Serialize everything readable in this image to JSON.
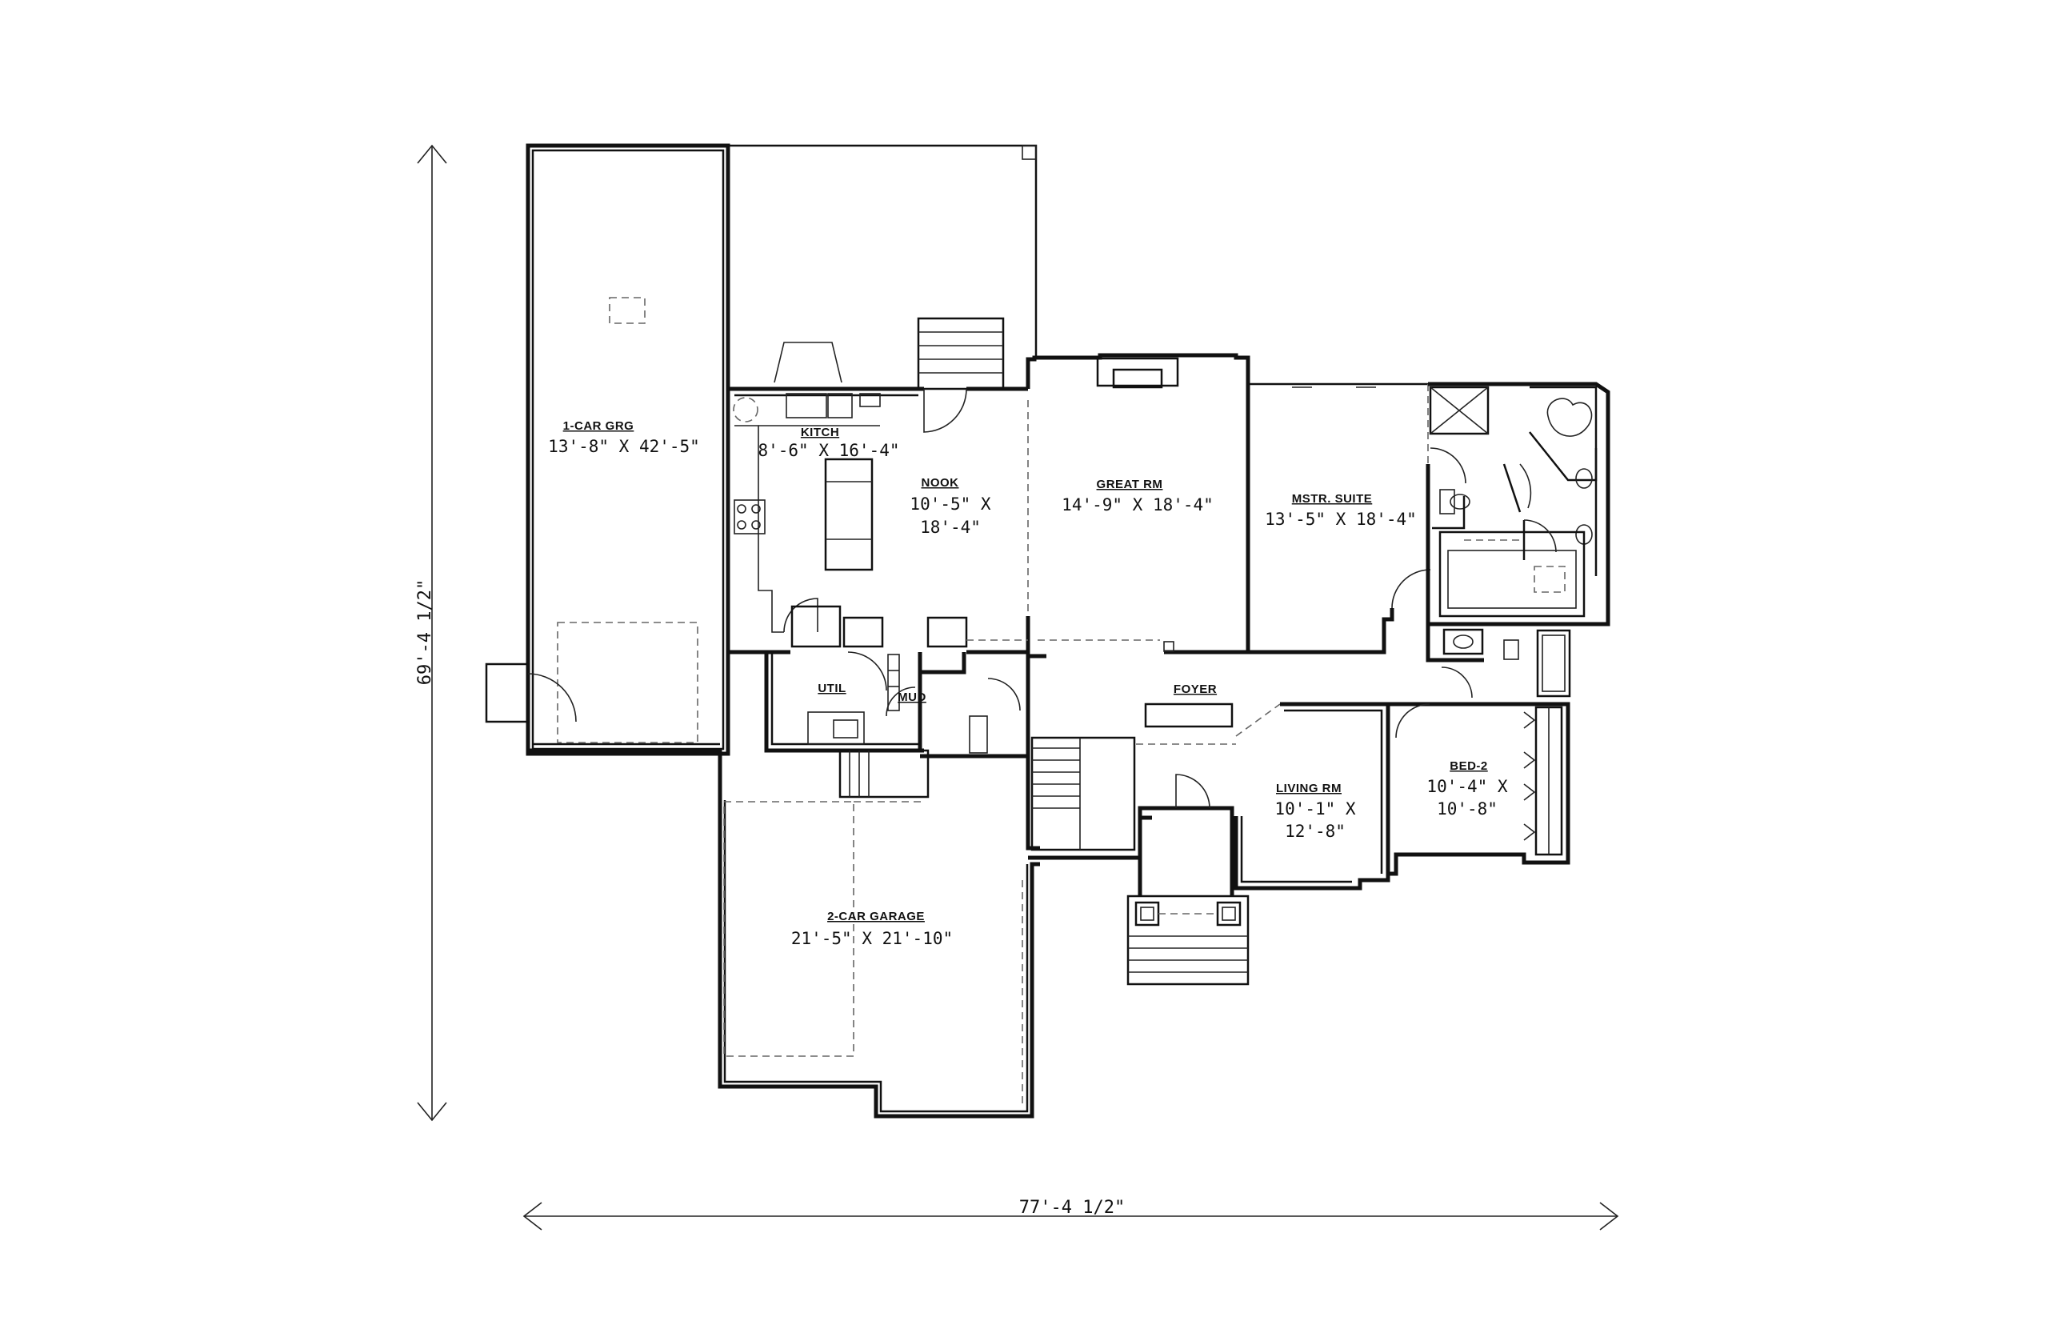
{
  "rooms": [
    {
      "key": "garage1",
      "name": "1-CAR GRG",
      "dim1": "13'-8\" X 42'-5\"",
      "dim2": ""
    },
    {
      "key": "kitchen",
      "name": "KITCH",
      "dim1": "8'-6\" X 16'-4\"",
      "dim2": ""
    },
    {
      "key": "nook",
      "name": "NOOK",
      "dim1": "10'-5\" X",
      "dim2": "18'-4\""
    },
    {
      "key": "great",
      "name": "GREAT RM",
      "dim1": "14'-9\" X 18'-4\"",
      "dim2": ""
    },
    {
      "key": "master",
      "name": "MSTR. SUITE",
      "dim1": "13'-5\" X 18'-4\"",
      "dim2": ""
    },
    {
      "key": "util",
      "name": "UTIL",
      "dim1": "",
      "dim2": ""
    },
    {
      "key": "mud",
      "name": "MUD",
      "dim1": "",
      "dim2": ""
    },
    {
      "key": "foyer",
      "name": "FOYER",
      "dim1": "",
      "dim2": ""
    },
    {
      "key": "living",
      "name": "LIVING RM",
      "dim1": "10'-1\" X",
      "dim2": "12'-8\""
    },
    {
      "key": "bed2",
      "name": "BED-2",
      "dim1": "10'-4\" X",
      "dim2": "10'-8\""
    },
    {
      "key": "garage2",
      "name": "2-CAR GARAGE",
      "dim1": "21'-5\" X 21'-10\"",
      "dim2": ""
    }
  ],
  "overall": {
    "height": "69'-4 1/2\"",
    "width": "77'-4 1/2\""
  }
}
